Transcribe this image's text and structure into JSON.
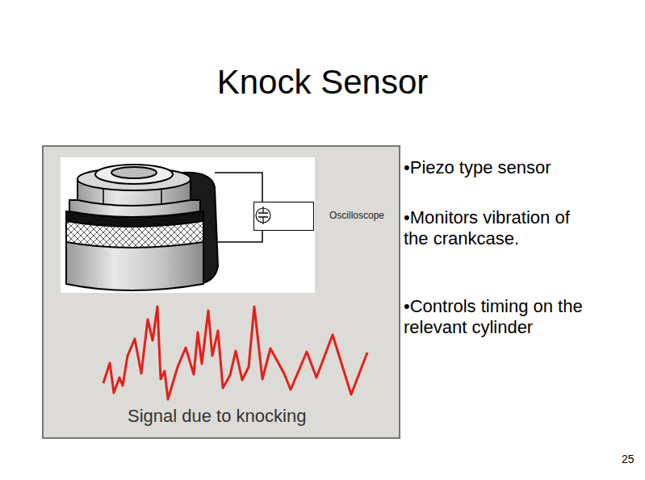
{
  "diagram": {
    "title": "Knock Sensor",
    "nodes": [
      {
        "text": [
          "Oscilloscope"
        ]
      }
    ],
    "labels": [
      "Signal due to knocking",
      "•Piezo type sensor",
      "•Monitors vibration of the crankcase.",
      "•Controls timing on the relevant cylinder",
      "25"
    ]
  }
}
